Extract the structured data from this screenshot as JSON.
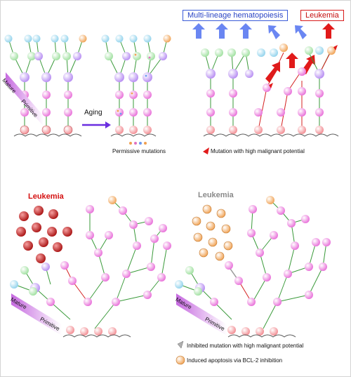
{
  "labels": {
    "multi_lineage": "Multi-lineage hematopoiesis",
    "leukemia_top": "Leukemia",
    "aging": "Aging",
    "permissive_mutations": "Permissive mutations",
    "mutation_high_malignant": "Mutation with high malignant potential",
    "mature": "Mature",
    "primitive": "Primitive",
    "leukemia_bottom_left": "Leukemia",
    "leukemia_bottom_right": "Leukemia",
    "inhibited_mutation": "Inhibited mutation with high malignant potential",
    "induced_apoptosis": "Induced apoptosis via BCL-2 inhibition"
  },
  "colors": {
    "stem": "#f28a90",
    "primitive_pink": "#e86cd8",
    "purple": "#b58af2",
    "green": "#a6e6a6",
    "cyan": "#9fd8ec",
    "orange": "#f0a050",
    "line_green": "#3a9a3a",
    "line_red": "#d42020",
    "arrow_blue": "#6a86f2",
    "arrow_red": "#e11a1a",
    "aging_arrow": "#6a2ee0",
    "label_red": "#d41010",
    "label_blue": "#2a44c4"
  }
}
